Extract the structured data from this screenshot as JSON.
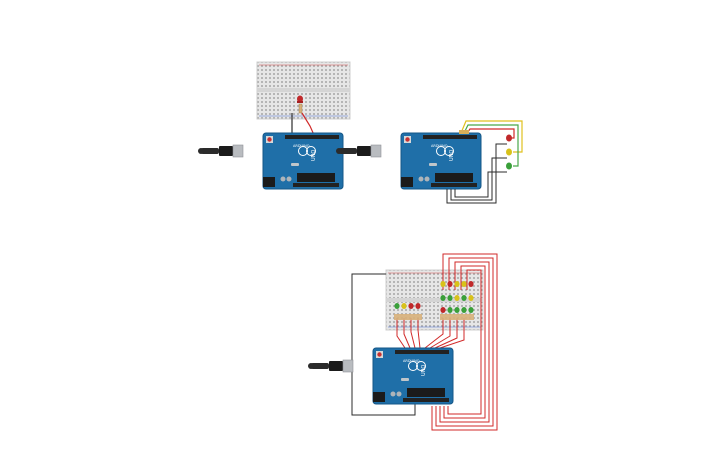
{
  "canvas": {
    "background": "#ffffff"
  },
  "colors": {
    "board_blue": "#1f6fa8",
    "board_dark": "#195a8a",
    "breadboard": "#e3e3e3",
    "wire_red": "#d12a2a",
    "wire_black": "#2b2b2b",
    "wire_green": "#49a84a",
    "wire_yellow": "#e0c01e",
    "led_red": "#c0282a",
    "led_yellow": "#d8c21a",
    "led_green": "#3aa03a",
    "chip": "#1b1b1b",
    "usb_metal": "#b9bcc0"
  },
  "icons": [
    "arduino-uno-board",
    "usb-cable",
    "breadboard",
    "led"
  ],
  "boards": [
    {
      "name": "circuit-1-arduino",
      "label": "UNO",
      "brand": "ARDUINO"
    },
    {
      "name": "circuit-2-arduino",
      "label": "UNO",
      "brand": "ARDUINO"
    },
    {
      "name": "circuit-3-arduino",
      "label": "UNO",
      "brand": "ARDUINO"
    }
  ]
}
